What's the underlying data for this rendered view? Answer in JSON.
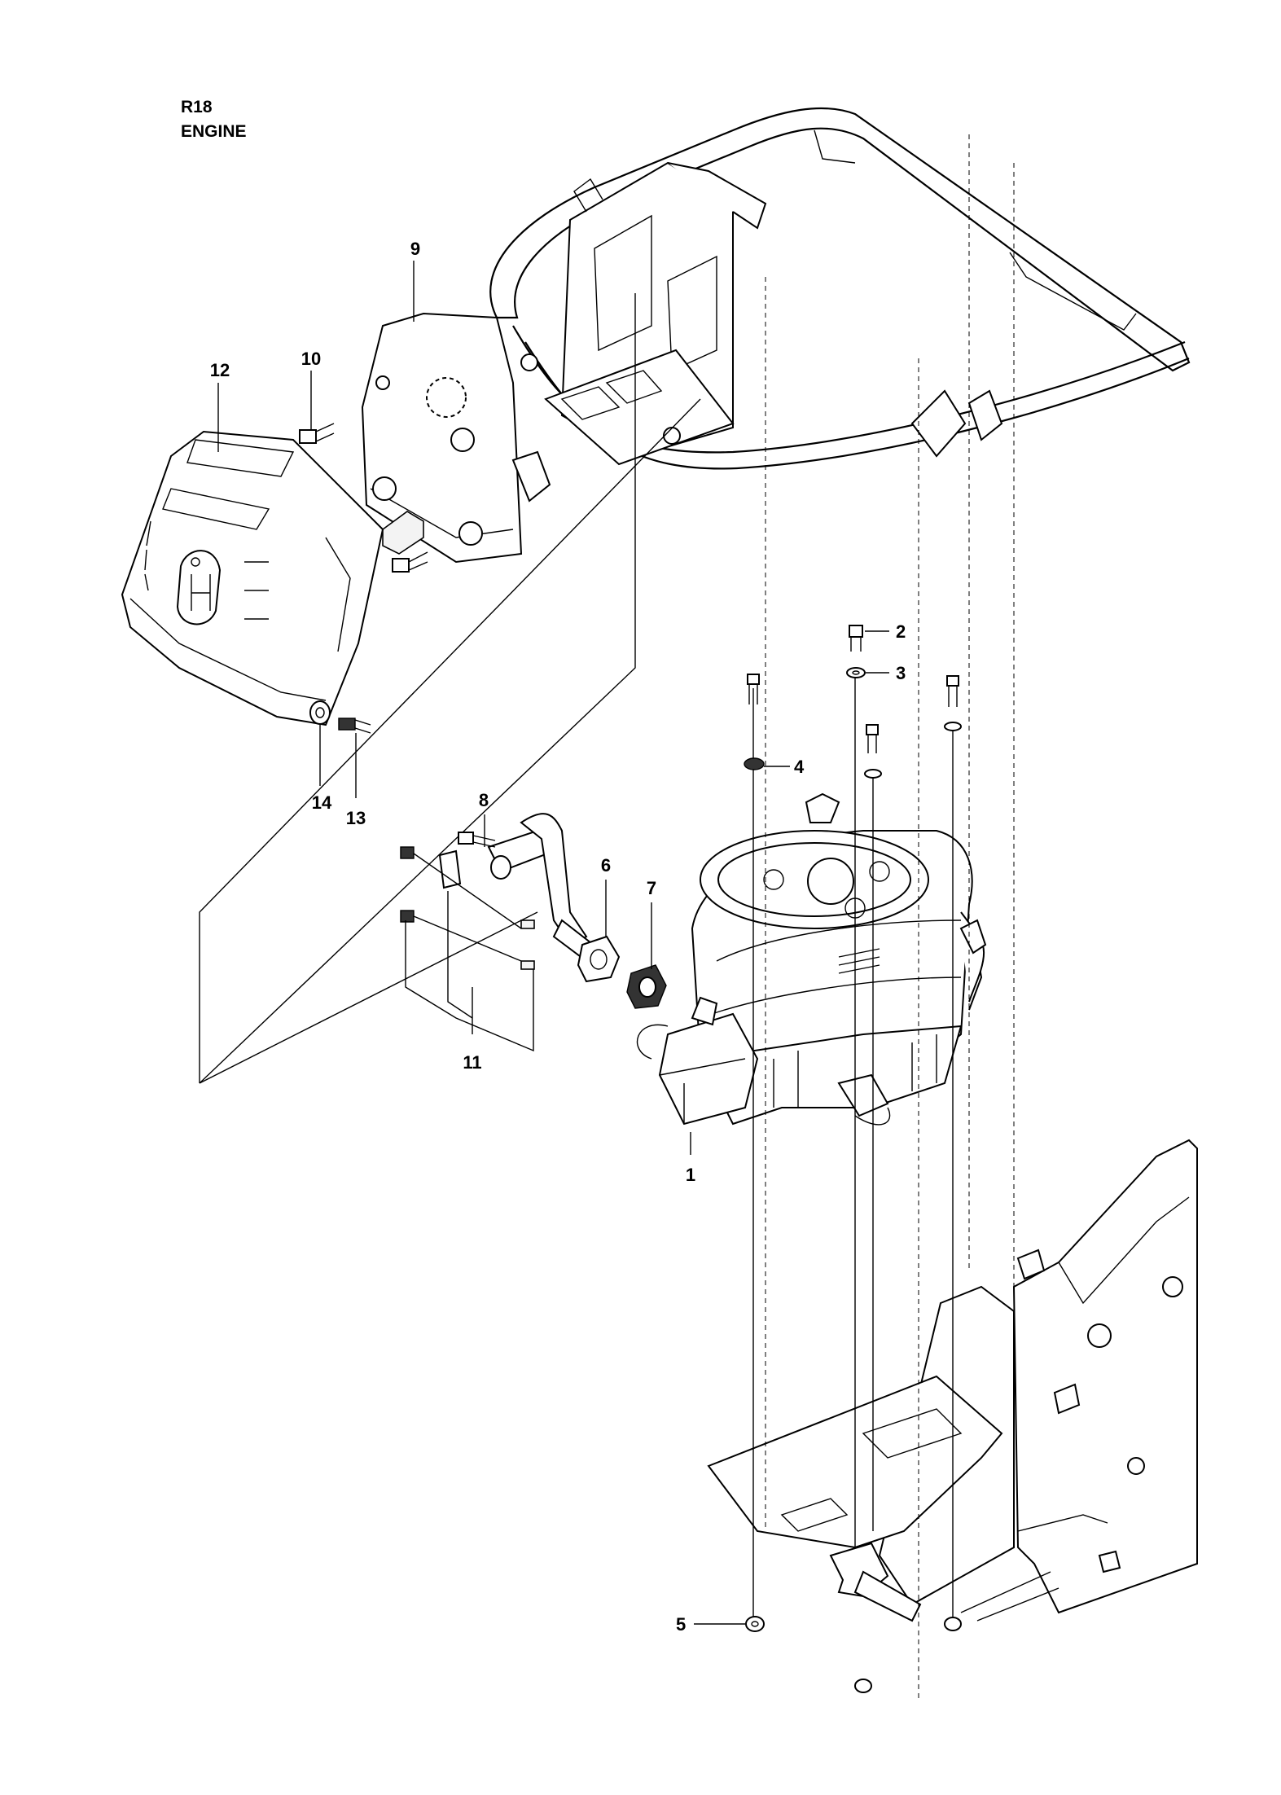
{
  "header": {
    "model": "R18",
    "section": "ENGINE"
  },
  "callouts": [
    {
      "id": "c1",
      "label": "1"
    },
    {
      "id": "c2",
      "label": "2"
    },
    {
      "id": "c3",
      "label": "3"
    },
    {
      "id": "c4",
      "label": "4"
    },
    {
      "id": "c5",
      "label": "5"
    },
    {
      "id": "c6",
      "label": "6"
    },
    {
      "id": "c7",
      "label": "7"
    },
    {
      "id": "c8",
      "label": "8"
    },
    {
      "id": "c9",
      "label": "9"
    },
    {
      "id": "c10",
      "label": "10"
    },
    {
      "id": "c11",
      "label": "11"
    },
    {
      "id": "c12",
      "label": "12"
    },
    {
      "id": "c13",
      "label": "13"
    },
    {
      "id": "c14",
      "label": "14"
    }
  ]
}
